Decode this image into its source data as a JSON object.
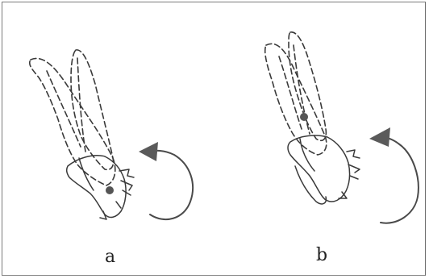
{
  "figure": {
    "labels": {
      "a": "a",
      "b": "b"
    },
    "panels": [
      {
        "id": "a",
        "rotation_direction": "counter-clockwise"
      },
      {
        "id": "b",
        "rotation_direction": "counter-clockwise"
      }
    ],
    "colors": {
      "ink": "#3a3a3a",
      "dot": "#555555",
      "arrow": "#5a5a5a",
      "frame": "#7a7a7a"
    }
  }
}
